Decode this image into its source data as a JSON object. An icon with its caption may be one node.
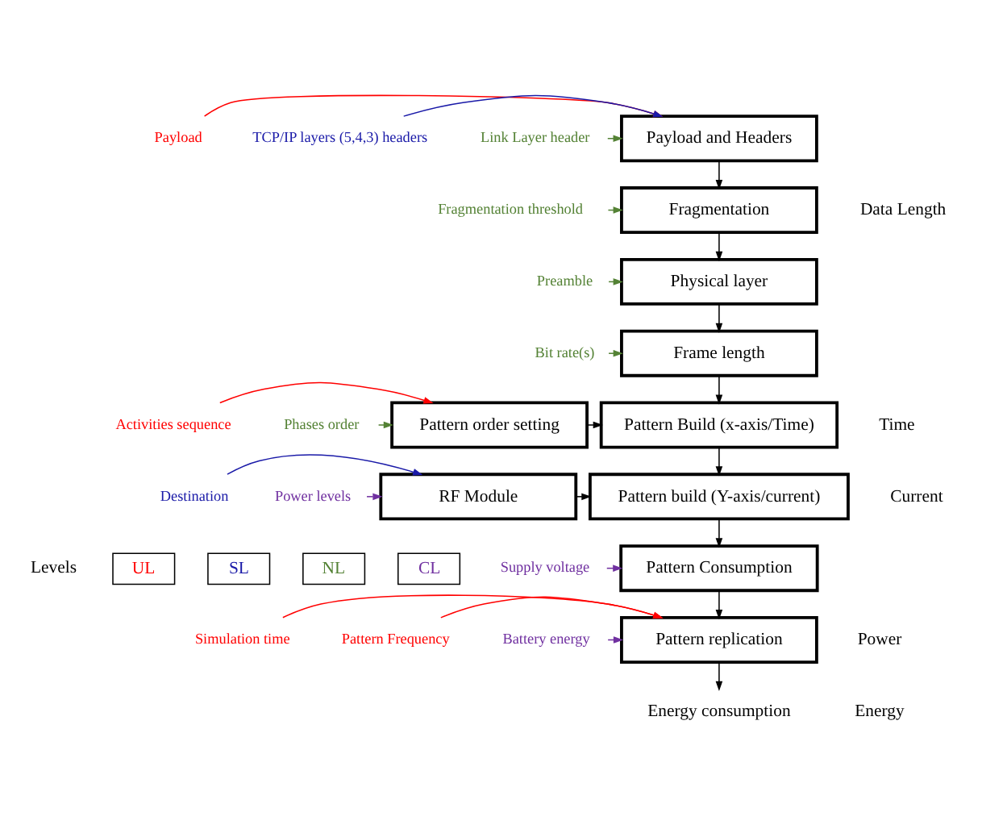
{
  "diagram": {
    "nodes": [
      {
        "text": [
          "Payload"
        ]
      },
      {
        "text": [
          "TCP/IP layers (5,4,3) headers"
        ]
      },
      {
        "text": [
          "Link Layer header"
        ]
      },
      {
        "text": [
          "Payload and Headers"
        ]
      },
      {
        "text": [
          "Fragmentation threshold"
        ]
      },
      {
        "text": [
          "Fragmentation"
        ]
      },
      {
        "text": [
          "Preamble"
        ]
      },
      {
        "text": [
          "Physical layer"
        ]
      },
      {
        "text": [
          "Bit rate(s)"
        ]
      },
      {
        "text": [
          "Frame length"
        ]
      },
      {
        "text": [
          "Activities sequence"
        ]
      },
      {
        "text": [
          "Phases order"
        ]
      },
      {
        "text": [
          "Pattern order setting"
        ]
      },
      {
        "text": [
          "Pattern Build (x-axis/Time)"
        ]
      },
      {
        "text": [
          "Destination"
        ]
      },
      {
        "text": [
          "Power levels"
        ]
      },
      {
        "text": [
          "RF Module"
        ]
      },
      {
        "text": [
          "Pattern build (Y-axis/current)"
        ]
      },
      {
        "text": [
          "Supply voltage"
        ]
      },
      {
        "text": [
          "Pattern Consumption"
        ]
      },
      {
        "text": [
          "Simulation time"
        ]
      },
      {
        "text": [
          "Pattern Frequency"
        ]
      },
      {
        "text": [
          "Battery energy"
        ]
      },
      {
        "text": [
          "Pattern replication"
        ]
      },
      {
        "text": [
          "Energy consumption"
        ]
      }
    ],
    "edges": [
      {
        "from": 0,
        "to": 3,
        "arrow": "to",
        "color": "#ff0000"
      },
      {
        "from": 1,
        "to": 3,
        "arrow": "to",
        "color": "#1a1aa8"
      },
      {
        "from": 2,
        "to": 3,
        "arrow": "to",
        "color": "#548235"
      },
      {
        "from": 3,
        "to": 5,
        "arrow": "to"
      },
      {
        "from": 4,
        "to": 5,
        "arrow": "to",
        "color": "#548235"
      },
      {
        "from": 5,
        "to": 7,
        "arrow": "to"
      },
      {
        "from": 6,
        "to": 7,
        "arrow": "to",
        "color": "#548235"
      },
      {
        "from": 7,
        "to": 9,
        "arrow": "to"
      },
      {
        "from": 8,
        "to": 9,
        "arrow": "to",
        "color": "#548235"
      },
      {
        "from": 9,
        "to": 13,
        "arrow": "to"
      },
      {
        "from": 10,
        "to": 12,
        "arrow": "to",
        "color": "#ff0000"
      },
      {
        "from": 11,
        "to": 12,
        "arrow": "to",
        "color": "#548235"
      },
      {
        "from": 12,
        "to": 13,
        "arrow": "to"
      },
      {
        "from": 13,
        "to": 17,
        "arrow": "to"
      },
      {
        "from": 14,
        "to": 16,
        "arrow": "to",
        "color": "#1a1aa8"
      },
      {
        "from": 15,
        "to": 16,
        "arrow": "to",
        "color": "#7030a0"
      },
      {
        "from": 16,
        "to": 17,
        "arrow": "to"
      },
      {
        "from": 17,
        "to": 19,
        "arrow": "to"
      },
      {
        "from": 18,
        "to": 19,
        "arrow": "to",
        "color": "#7030a0"
      },
      {
        "from": 19,
        "to": 23,
        "arrow": "to"
      },
      {
        "from": 20,
        "to": 23,
        "arrow": "to",
        "color": "#ff0000"
      },
      {
        "from": 21,
        "to": 23,
        "arrow": "to",
        "color": "#ff0000"
      },
      {
        "from": 22,
        "to": 23,
        "arrow": "to",
        "color": "#7030a0"
      },
      {
        "from": 23,
        "to": 24,
        "arrow": "to"
      }
    ],
    "labels": [
      "Data Length",
      "Time",
      "Current",
      "Power",
      "Energy",
      "Levels",
      "UL",
      "SL",
      "NL",
      "CL"
    ]
  }
}
